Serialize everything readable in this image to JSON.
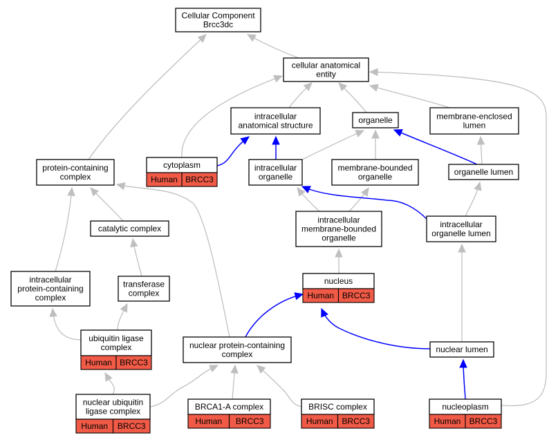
{
  "colors": {
    "edge_default": "#bfbfbf",
    "edge_highlight": "#0000ff",
    "annotation_fill": "#f05a46",
    "node_fill": "#ffffff",
    "node_border": "#000000"
  },
  "nodes": {
    "root": [
      "Cellular Component",
      "Brcc3dc"
    ],
    "cellular_anatomical_entity": [
      "cellular anatomical",
      "entity"
    ],
    "intracellular_anatomical_structure": [
      "intracellular",
      "anatomical structure"
    ],
    "organelle": [
      "organelle"
    ],
    "membrane_enclosed_lumen": [
      "membrane-enclosed",
      "lumen"
    ],
    "cytoplasm": [
      "cytoplasm"
    ],
    "protein_containing_complex": [
      "protein-containing",
      "complex"
    ],
    "intracellular_organelle": [
      "intracellular",
      "organelle"
    ],
    "membrane_bounded_organelle": [
      "membrane-bounded",
      "organelle"
    ],
    "organelle_lumen": [
      "organelle lumen"
    ],
    "catalytic_complex": [
      "catalytic complex"
    ],
    "intracellular_membrane_bounded_organelle": [
      "intracellular",
      "membrane-bounded",
      "organelle"
    ],
    "intracellular_organelle_lumen": [
      "intracellular",
      "organelle lumen"
    ],
    "intracellular_protein_containing_complex": [
      "intracellular",
      "protein-containing",
      "complex"
    ],
    "transferase_complex": [
      "transferase",
      "complex"
    ],
    "nucleus": [
      "nucleus"
    ],
    "ubiquitin_ligase_complex": [
      "ubiquitin ligase",
      "complex"
    ],
    "nuclear_protein_containing_complex": [
      "nuclear protein-containing",
      "complex"
    ],
    "nuclear_lumen": [
      "nuclear lumen"
    ],
    "nuclear_ubiquitin_ligase_complex": [
      "nuclear ubiquitin",
      "ligase complex"
    ],
    "brca1_a_complex": [
      "BRCA1-A complex"
    ],
    "brisc_complex": [
      "BRISC complex"
    ],
    "nucleoplasm": [
      "nucleoplasm"
    ]
  },
  "annotations": {
    "species": "Human",
    "gene": "BRCC3"
  }
}
